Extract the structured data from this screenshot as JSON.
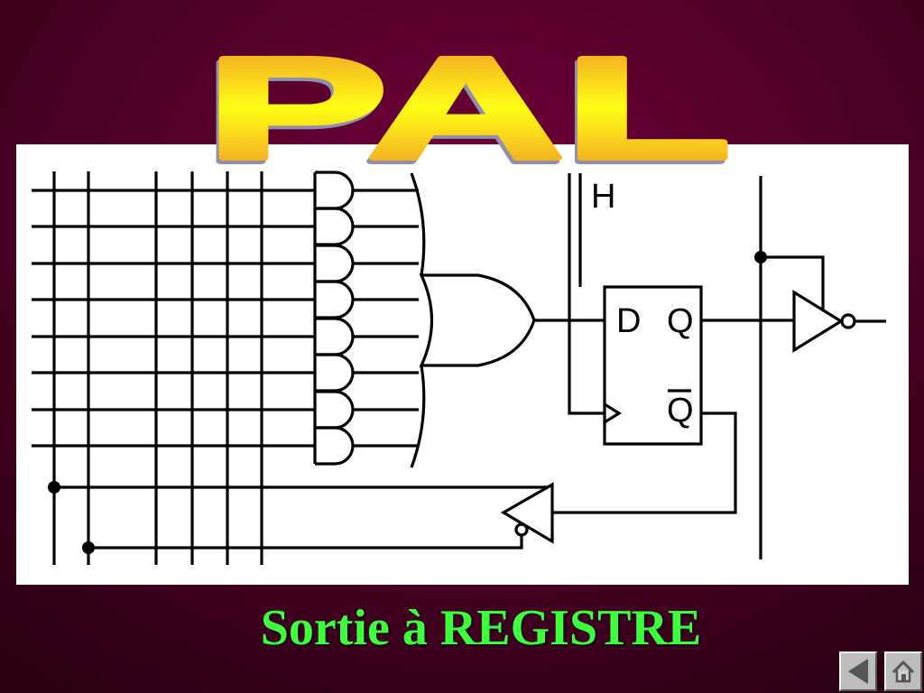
{
  "slide": {
    "title": "PAL",
    "caption": "Sortie à REGISTRE"
  },
  "diagram": {
    "clock_label": "H",
    "flipflop": {
      "d_label": "D",
      "q_label": "Q",
      "qbar_label": "Q"
    }
  },
  "navigation": {
    "back_button": {
      "icon": "back-arrow-icon"
    },
    "home_button": {
      "icon": "home-icon"
    }
  },
  "colors": {
    "background_center": "#730039",
    "background_mid": "#54002a",
    "background_edge": "#2a0014",
    "title_gradient": [
      "#f08a2a",
      "#ffff14",
      "#f08a2a"
    ],
    "title_shadow": "#9090ac",
    "caption": "#3dff3d",
    "panel": "#ffffff",
    "ink": "#000000"
  }
}
